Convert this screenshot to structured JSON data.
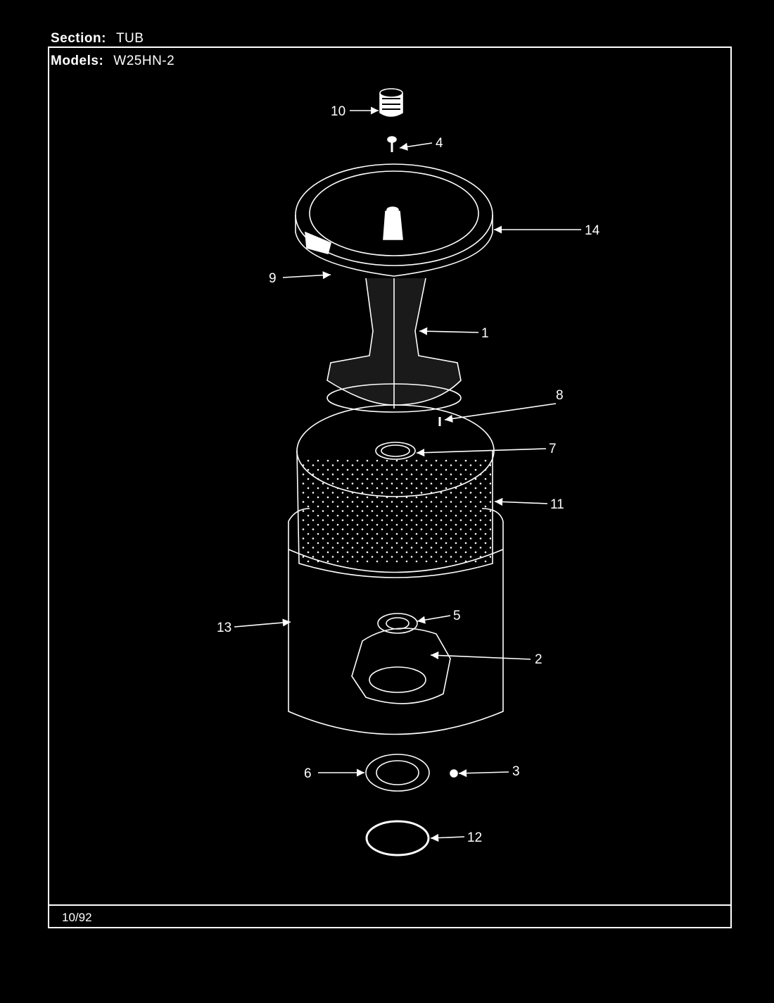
{
  "header": {
    "section_label": "Section:",
    "section_value": "TUB",
    "models_label": "Models:",
    "models_value": "W25HN-2"
  },
  "footer": {
    "date": "10/92"
  },
  "callouts": [
    {
      "id": "c10",
      "text": "10"
    },
    {
      "id": "c4",
      "text": "4"
    },
    {
      "id": "c14",
      "text": "14"
    },
    {
      "id": "c9",
      "text": "9"
    },
    {
      "id": "c1",
      "text": "1"
    },
    {
      "id": "c8",
      "text": "8"
    },
    {
      "id": "c7",
      "text": "7"
    },
    {
      "id": "c11",
      "text": "11"
    },
    {
      "id": "c13",
      "text": "13"
    },
    {
      "id": "c5",
      "text": "5"
    },
    {
      "id": "c2",
      "text": "2"
    },
    {
      "id": "c6",
      "text": "6"
    },
    {
      "id": "c3",
      "text": "3"
    },
    {
      "id": "c12",
      "text": "12"
    }
  ]
}
